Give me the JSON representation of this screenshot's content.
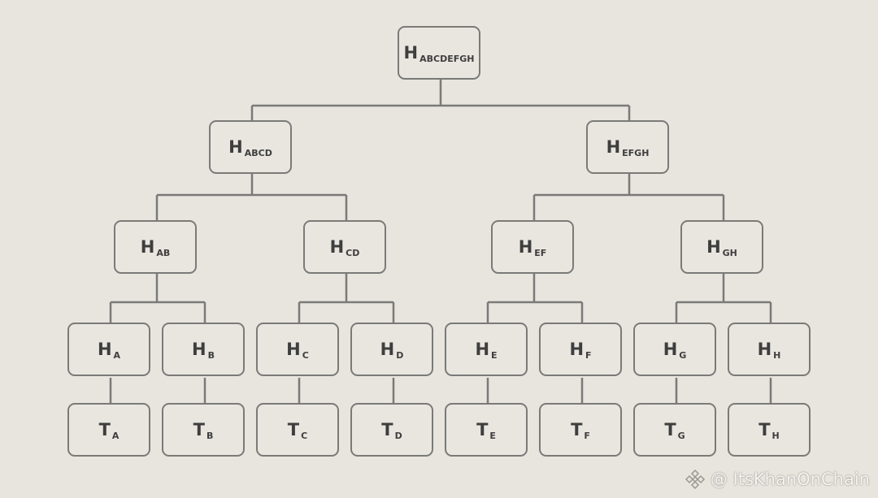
{
  "tree": {
    "levels": [
      [
        {
          "base": "H",
          "sub": "ABCDEFGH"
        }
      ],
      [
        {
          "base": "H",
          "sub": "ABCD"
        },
        {
          "base": "H",
          "sub": "EFGH"
        }
      ],
      [
        {
          "base": "H",
          "sub": "AB"
        },
        {
          "base": "H",
          "sub": "CD"
        },
        {
          "base": "H",
          "sub": "EF"
        },
        {
          "base": "H",
          "sub": "GH"
        }
      ],
      [
        {
          "base": "H",
          "sub": "A"
        },
        {
          "base": "H",
          "sub": "B"
        },
        {
          "base": "H",
          "sub": "C"
        },
        {
          "base": "H",
          "sub": "D"
        },
        {
          "base": "H",
          "sub": "E"
        },
        {
          "base": "H",
          "sub": "F"
        },
        {
          "base": "H",
          "sub": "G"
        },
        {
          "base": "H",
          "sub": "H"
        }
      ],
      [
        {
          "base": "T",
          "sub": "A"
        },
        {
          "base": "T",
          "sub": "B"
        },
        {
          "base": "T",
          "sub": "C"
        },
        {
          "base": "T",
          "sub": "D"
        },
        {
          "base": "T",
          "sub": "E"
        },
        {
          "base": "T",
          "sub": "F"
        },
        {
          "base": "T",
          "sub": "G"
        },
        {
          "base": "T",
          "sub": "H"
        }
      ]
    ]
  },
  "watermark": {
    "text": "@ ItsKhanOnChain",
    "icon": "binance-logo-icon"
  },
  "colors": {
    "background": "#e8e5df",
    "stroke": "#7a7a78",
    "text": "#3e3e3e"
  }
}
